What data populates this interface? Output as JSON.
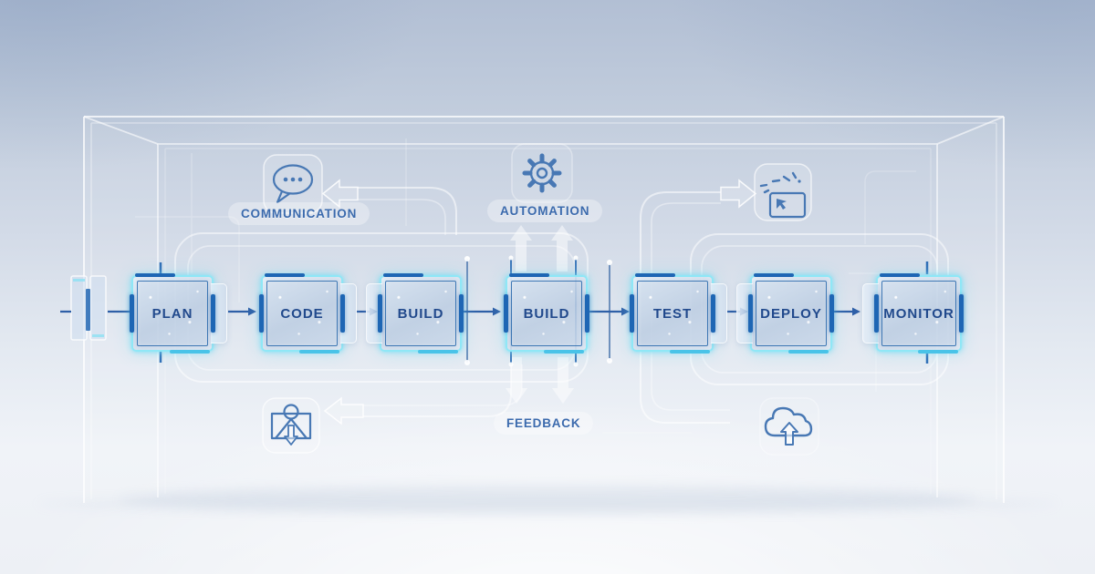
{
  "pipeline": {
    "stages": [
      {
        "id": "plan",
        "label": "PLAN"
      },
      {
        "id": "code",
        "label": "CODE"
      },
      {
        "id": "build-1",
        "label": "BUILD"
      },
      {
        "id": "build-2",
        "label": "BUILD"
      },
      {
        "id": "test",
        "label": "TEST"
      },
      {
        "id": "deploy",
        "label": "DEPLOY"
      },
      {
        "id": "monitor",
        "label": "MONITOR"
      }
    ]
  },
  "annotations": {
    "communication": {
      "label": "COMMUNICATION",
      "icon": "chat-bubble-icon"
    },
    "automation": {
      "label": "AUTOMATION",
      "icon": "gear-icon"
    },
    "feedback": {
      "label": "FEEDBACK"
    },
    "corner_icons": [
      "window-sparks-icon",
      "user-screen-icon",
      "cloud-upload-icon"
    ]
  },
  "colors": {
    "background_top": "#b2bfd4",
    "background_bottom": "#f0f3f8",
    "box_glow_cyan": "#7fe3f2",
    "box_accent_blue": "#1e66b4",
    "stage_text": "#21498c",
    "label_text": "#3b6aad",
    "icon_stroke": "#4878b4",
    "arrow_blue": "#2e5fa7",
    "frame_line": "#ffffff"
  }
}
